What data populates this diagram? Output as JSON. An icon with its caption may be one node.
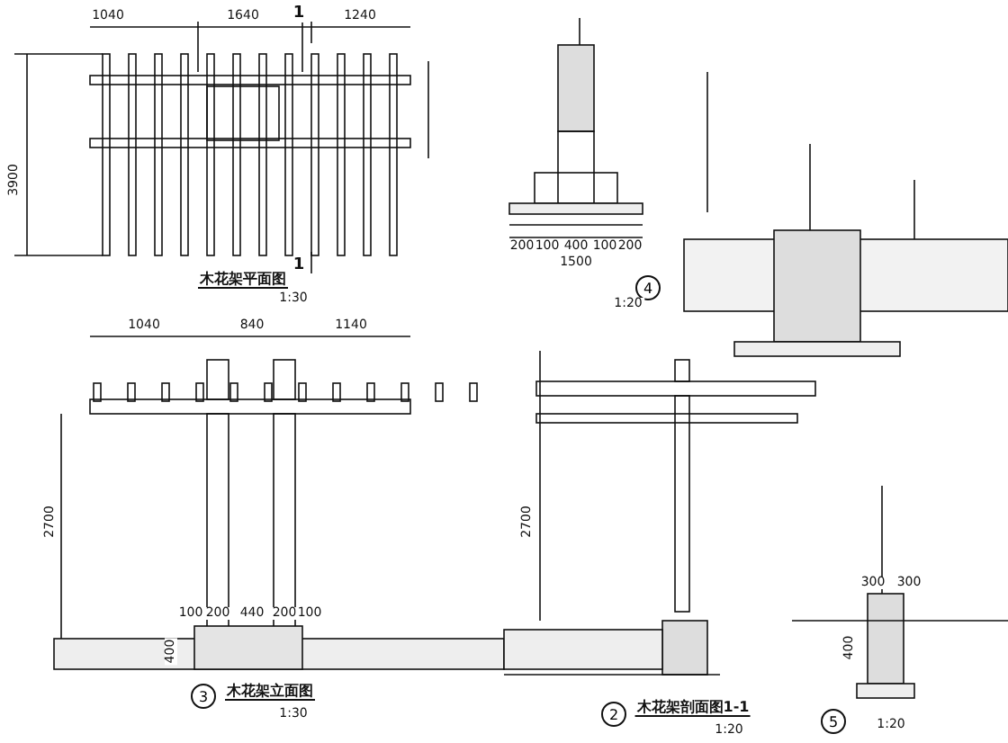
{
  "diagram": {
    "labels": [
      "1040",
      "1640",
      "1240",
      "3900",
      "1",
      "1",
      "木花架平面图",
      "1:30",
      "1500",
      "200",
      "100",
      "400",
      "100",
      "200",
      "4",
      "1:20",
      "1040",
      "840",
      "1140",
      "2700",
      "100",
      "200",
      "440",
      "200",
      "100",
      "400",
      "3",
      "木花架立面图",
      "1:30",
      "2700",
      "2",
      "木花架剖面图1-1",
      "1:20",
      "300",
      "300",
      "400",
      "5",
      "1:20"
    ]
  }
}
